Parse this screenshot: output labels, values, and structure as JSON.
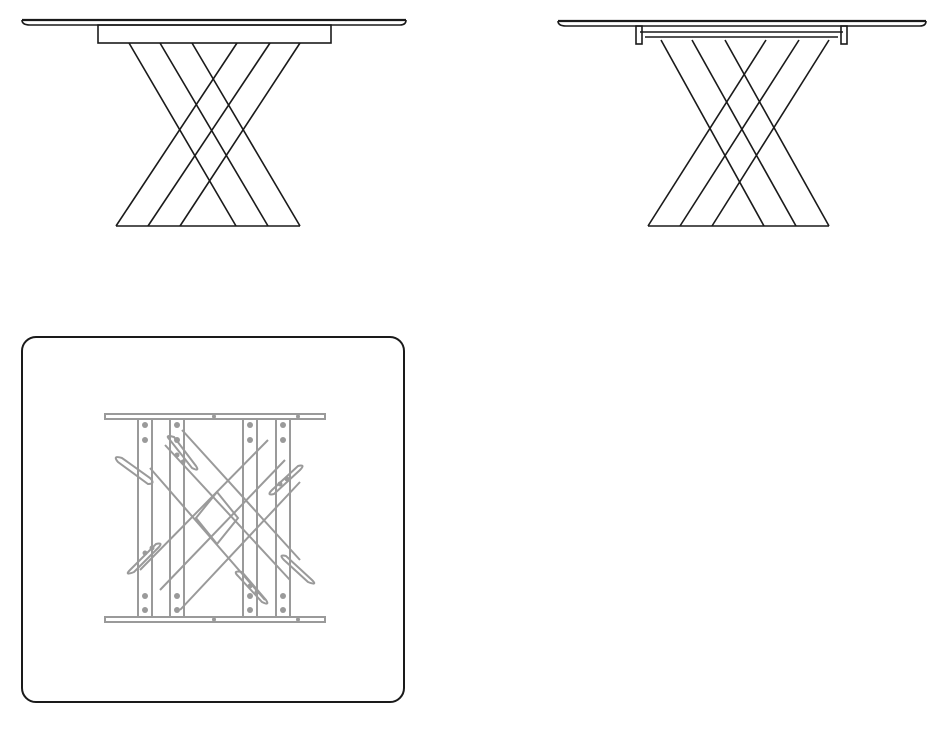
{
  "drawing": {
    "views": [
      {
        "id": "front",
        "label": ""
      },
      {
        "id": "side",
        "label": ""
      },
      {
        "id": "plan",
        "label": ""
      }
    ],
    "colors": {
      "line": "#1a1a1a",
      "plan_line": "#9a9a9a",
      "background": "#ffffff"
    }
  }
}
